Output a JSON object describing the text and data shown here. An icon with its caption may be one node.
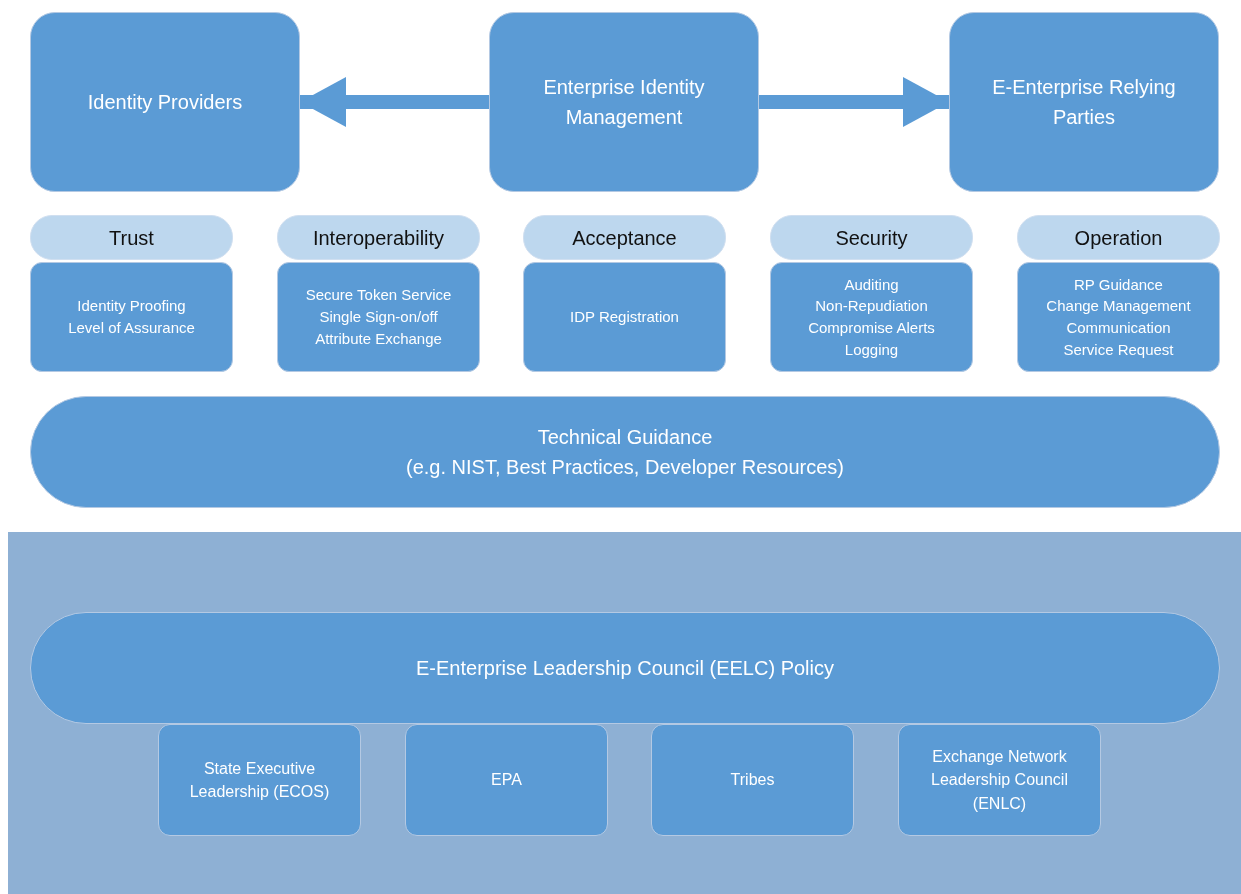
{
  "diagram": {
    "nodes": [
      {
        "text": [
          "Identity Providers"
        ]
      },
      {
        "text": [
          "Enterprise Identity Management"
        ]
      },
      {
        "text": [
          "E-Enterprise Relying Parties"
        ]
      },
      {
        "text": [
          "Trust"
        ]
      },
      {
        "text": [
          "Interoperability"
        ]
      },
      {
        "text": [
          "Acceptance"
        ]
      },
      {
        "text": [
          "Security"
        ]
      },
      {
        "text": [
          "Operation"
        ]
      },
      {
        "text": [
          "Identity Proofing",
          "Level of Assurance"
        ]
      },
      {
        "text": [
          "Secure Token Service",
          "Single Sign-on/off",
          "Attribute Exchange"
        ]
      },
      {
        "text": [
          "IDP Registration"
        ]
      },
      {
        "text": [
          "Auditing",
          "Non-Repudiation",
          "Compromise Alerts",
          "Logging"
        ]
      },
      {
        "text": [
          "RP  Guidance",
          "Change Management",
          "Communication",
          "Service Request"
        ]
      },
      {
        "text": [
          "Technical Guidance",
          "(e.g. NIST, Best Practices, Developer Resources)"
        ]
      },
      {
        "text": [],
        "shape": "box"
      },
      {
        "text": [
          "E-Enterprise Leadership Council (EELC) Policy"
        ],
        "in": 14
      },
      {
        "text": [
          "State Executive Leadership (ECOS)"
        ],
        "in": 14
      },
      {
        "text": [
          "EPA"
        ],
        "in": 14
      },
      {
        "text": [
          "Tribes"
        ],
        "in": 14
      },
      {
        "text": [
          "Exchange Network Leadership Council (ENLC)"
        ],
        "in": 14
      }
    ],
    "edges": [
      {
        "from": 1,
        "to": 0,
        "arrow": "to"
      },
      {
        "from": 1,
        "to": 2,
        "arrow": "to"
      }
    ]
  }
}
